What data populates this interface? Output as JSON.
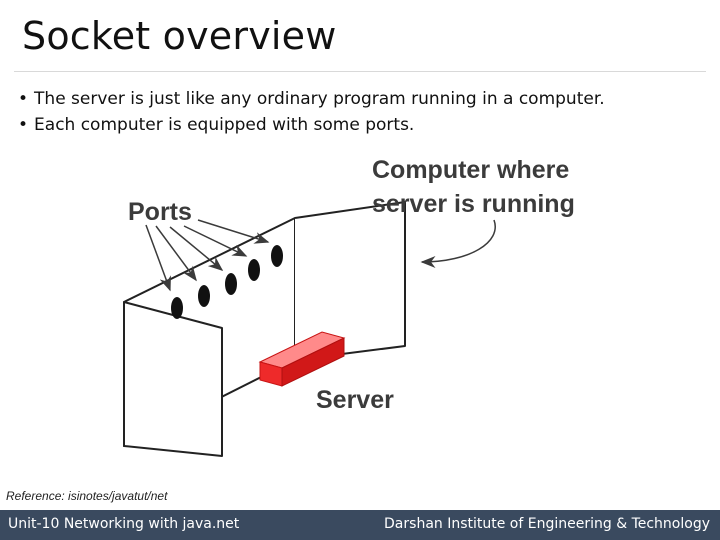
{
  "slide": {
    "title": "Socket overview",
    "bullets": [
      "The server is just like any ordinary program running in a computer.",
      "Each computer is equipped with some ports."
    ],
    "diagram": {
      "ports_label": "Ports",
      "computer_label_line1": "Computer where",
      "computer_label_line2": "server is running",
      "server_label": "Server",
      "server_color": "#ee2a2a"
    },
    "reference": "Reference: isinotes/javatut/net"
  },
  "footer": {
    "left": "Unit-10 Networking with java.net",
    "right": "Darshan Institute of Engineering & Technology",
    "bg_color": "#3a4a5f"
  }
}
